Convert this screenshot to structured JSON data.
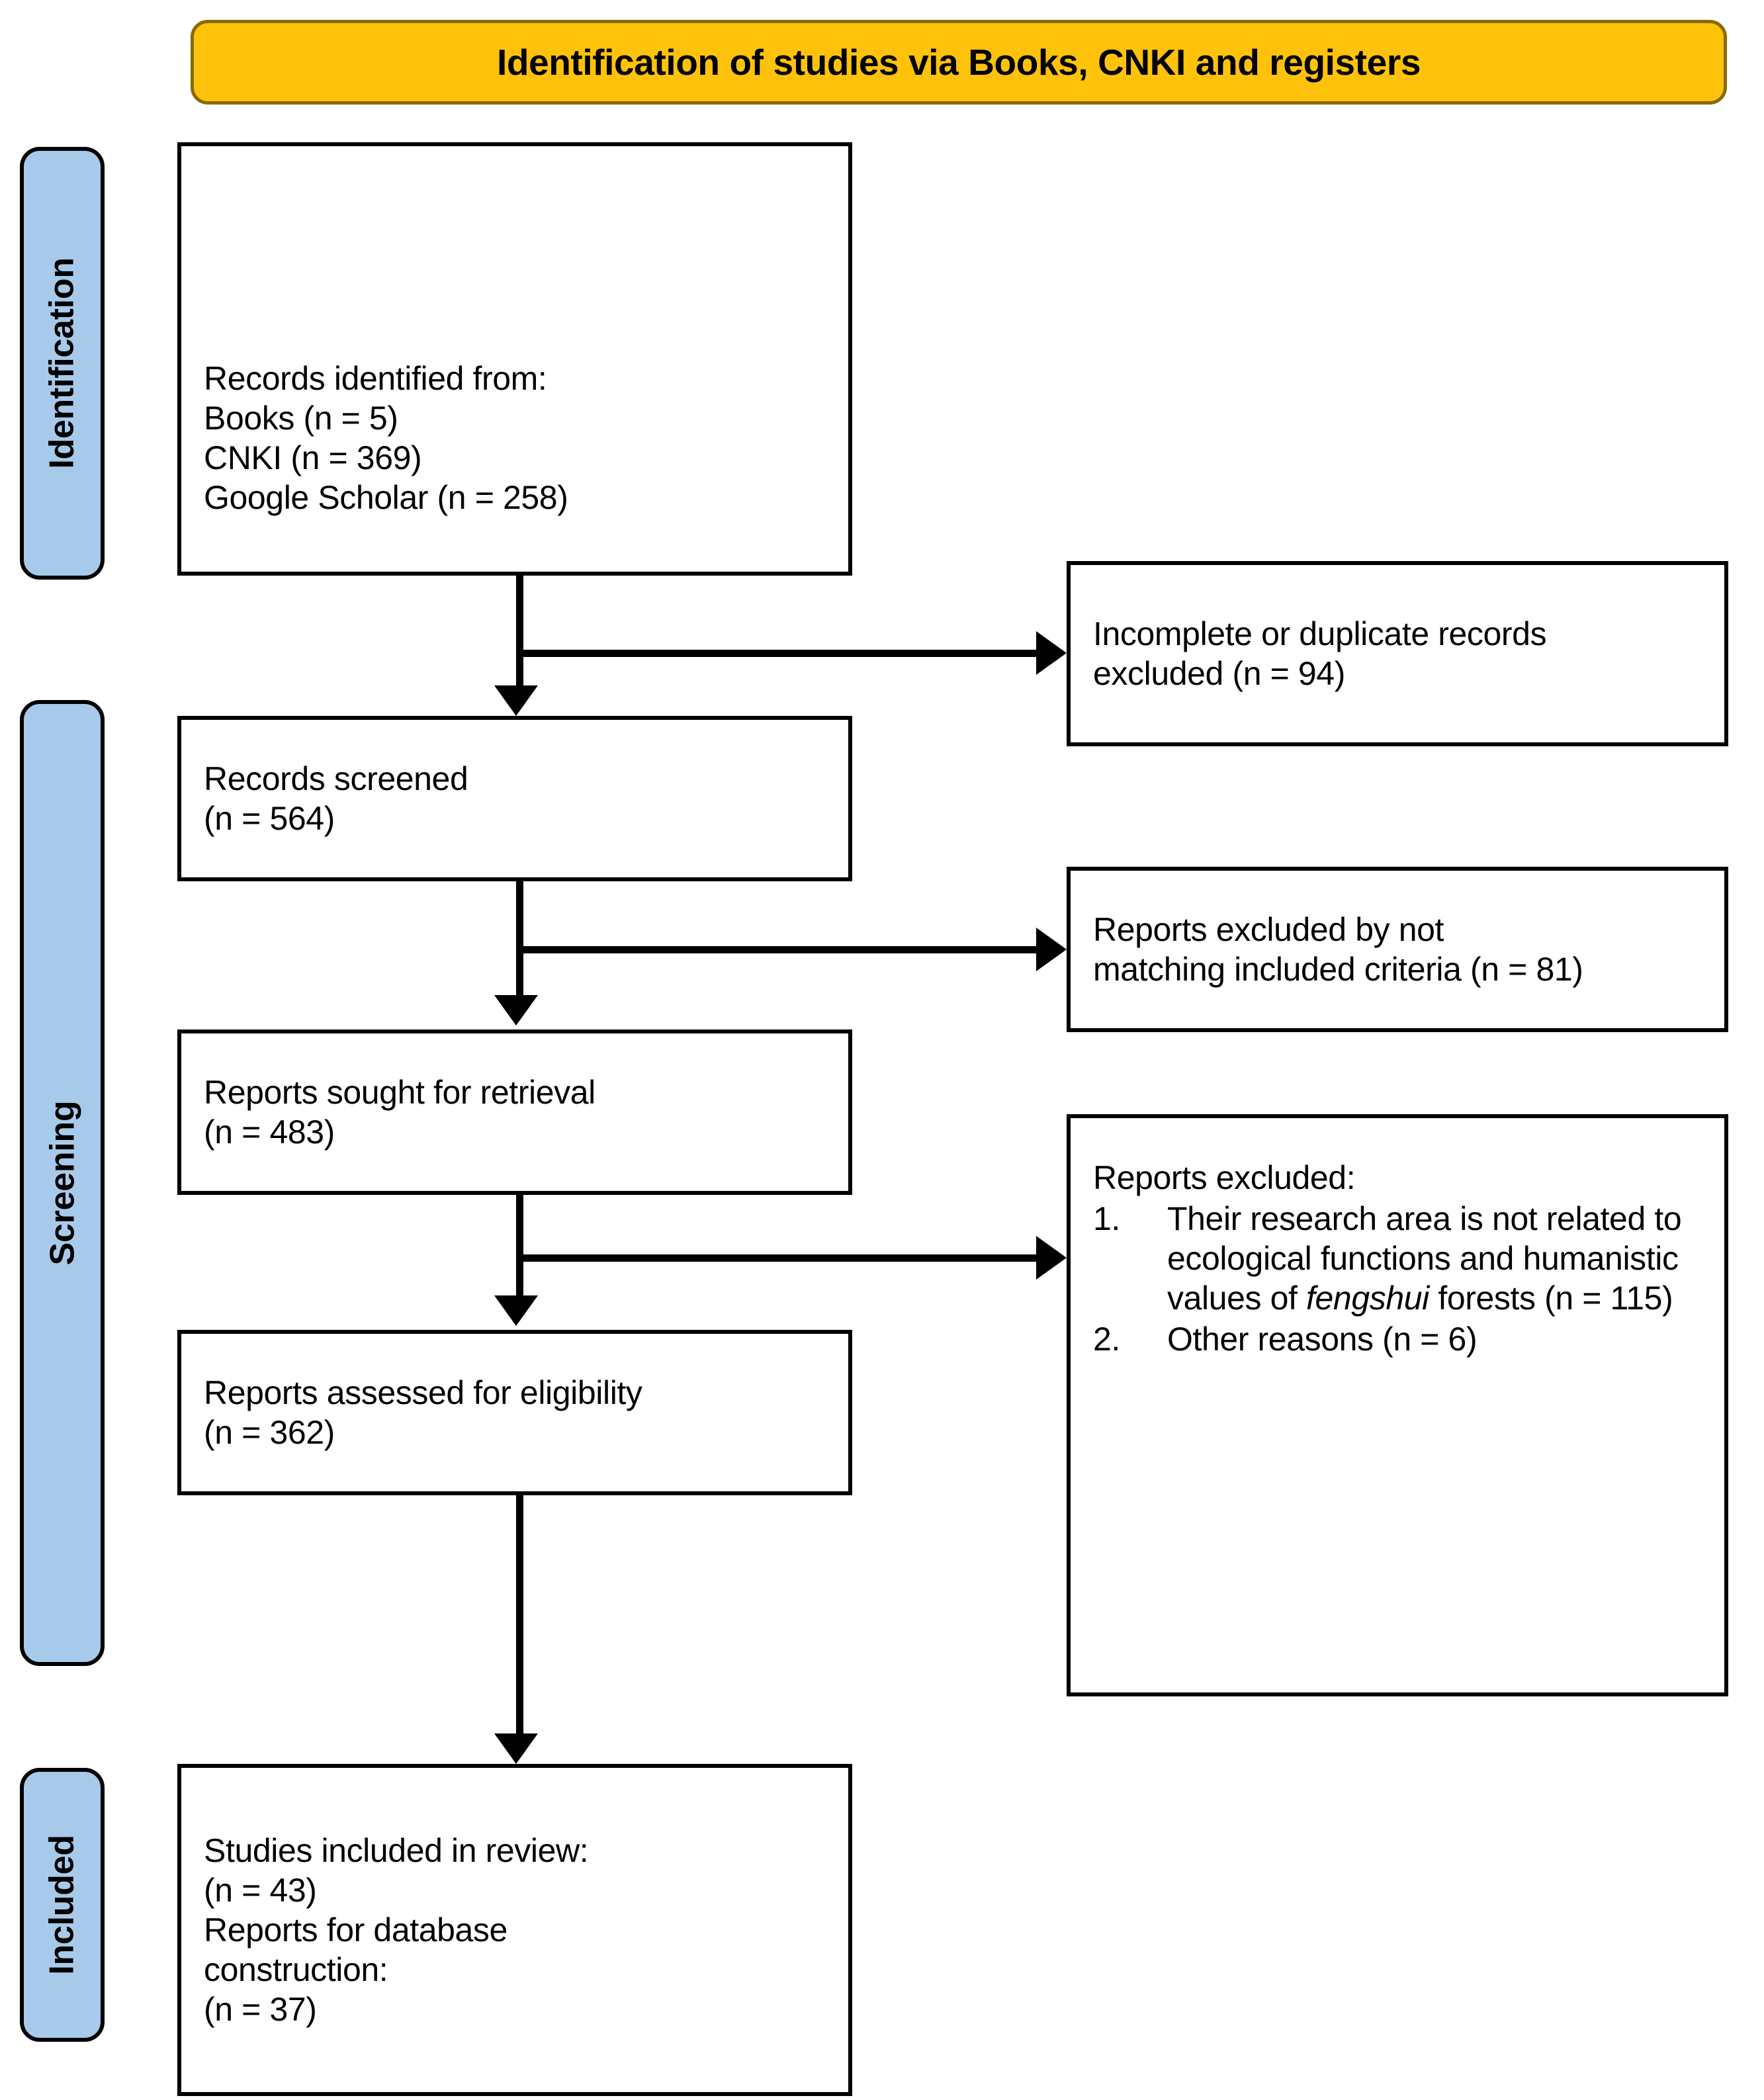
{
  "banner": {
    "title": "Identification of studies via Books, CNKI and registers"
  },
  "stages": [
    {
      "id": "identification",
      "label": "Identification"
    },
    {
      "id": "screening",
      "label": "Screening"
    },
    {
      "id": "included",
      "label": "Included"
    }
  ],
  "boxes": {
    "identified": {
      "lines": [
        "Records identified from:",
        "Books (n = 5)",
        "CNKI (n = 369)",
        "Google Scholar (n = 258)"
      ]
    },
    "screened": {
      "lines": [
        "Records screened",
        "(n = 564)"
      ]
    },
    "sought": {
      "lines": [
        "Reports sought for retrieval",
        "(n = 483)"
      ]
    },
    "assessed": {
      "lines": [
        "Reports assessed for eligibility",
        "(n = 362)"
      ]
    },
    "included": {
      "lines": [
        "Studies included in review:",
        "(n = 43)",
        "Reports for database",
        "construction:",
        "(n = 37)"
      ]
    },
    "excluded_duplicates": {
      "lines": [
        "Incomplete or duplicate records",
        "excluded (n = 94)"
      ]
    },
    "excluded_criteria": {
      "lines": [
        "Reports excluded by not",
        "matching included criteria (n = 81)"
      ]
    },
    "excluded_reasons": {
      "heading": "Reports excluded:",
      "items": [
        {
          "marker": "1.",
          "text_before_italic": "Their research area is not related to ecological functions and humanistic values of ",
          "italic": "fengshui",
          "text_after_italic": " forests (n = 115)"
        },
        {
          "marker": "2.",
          "text_before_italic": "Other reasons (n = 6)",
          "italic": "",
          "text_after_italic": ""
        }
      ]
    }
  },
  "colors": {
    "banner_fill": "#FFC20A",
    "banner_border": "#8A6A05",
    "stage_fill": "#A7CAEA",
    "box_border": "#000000",
    "connector": "#000000"
  }
}
